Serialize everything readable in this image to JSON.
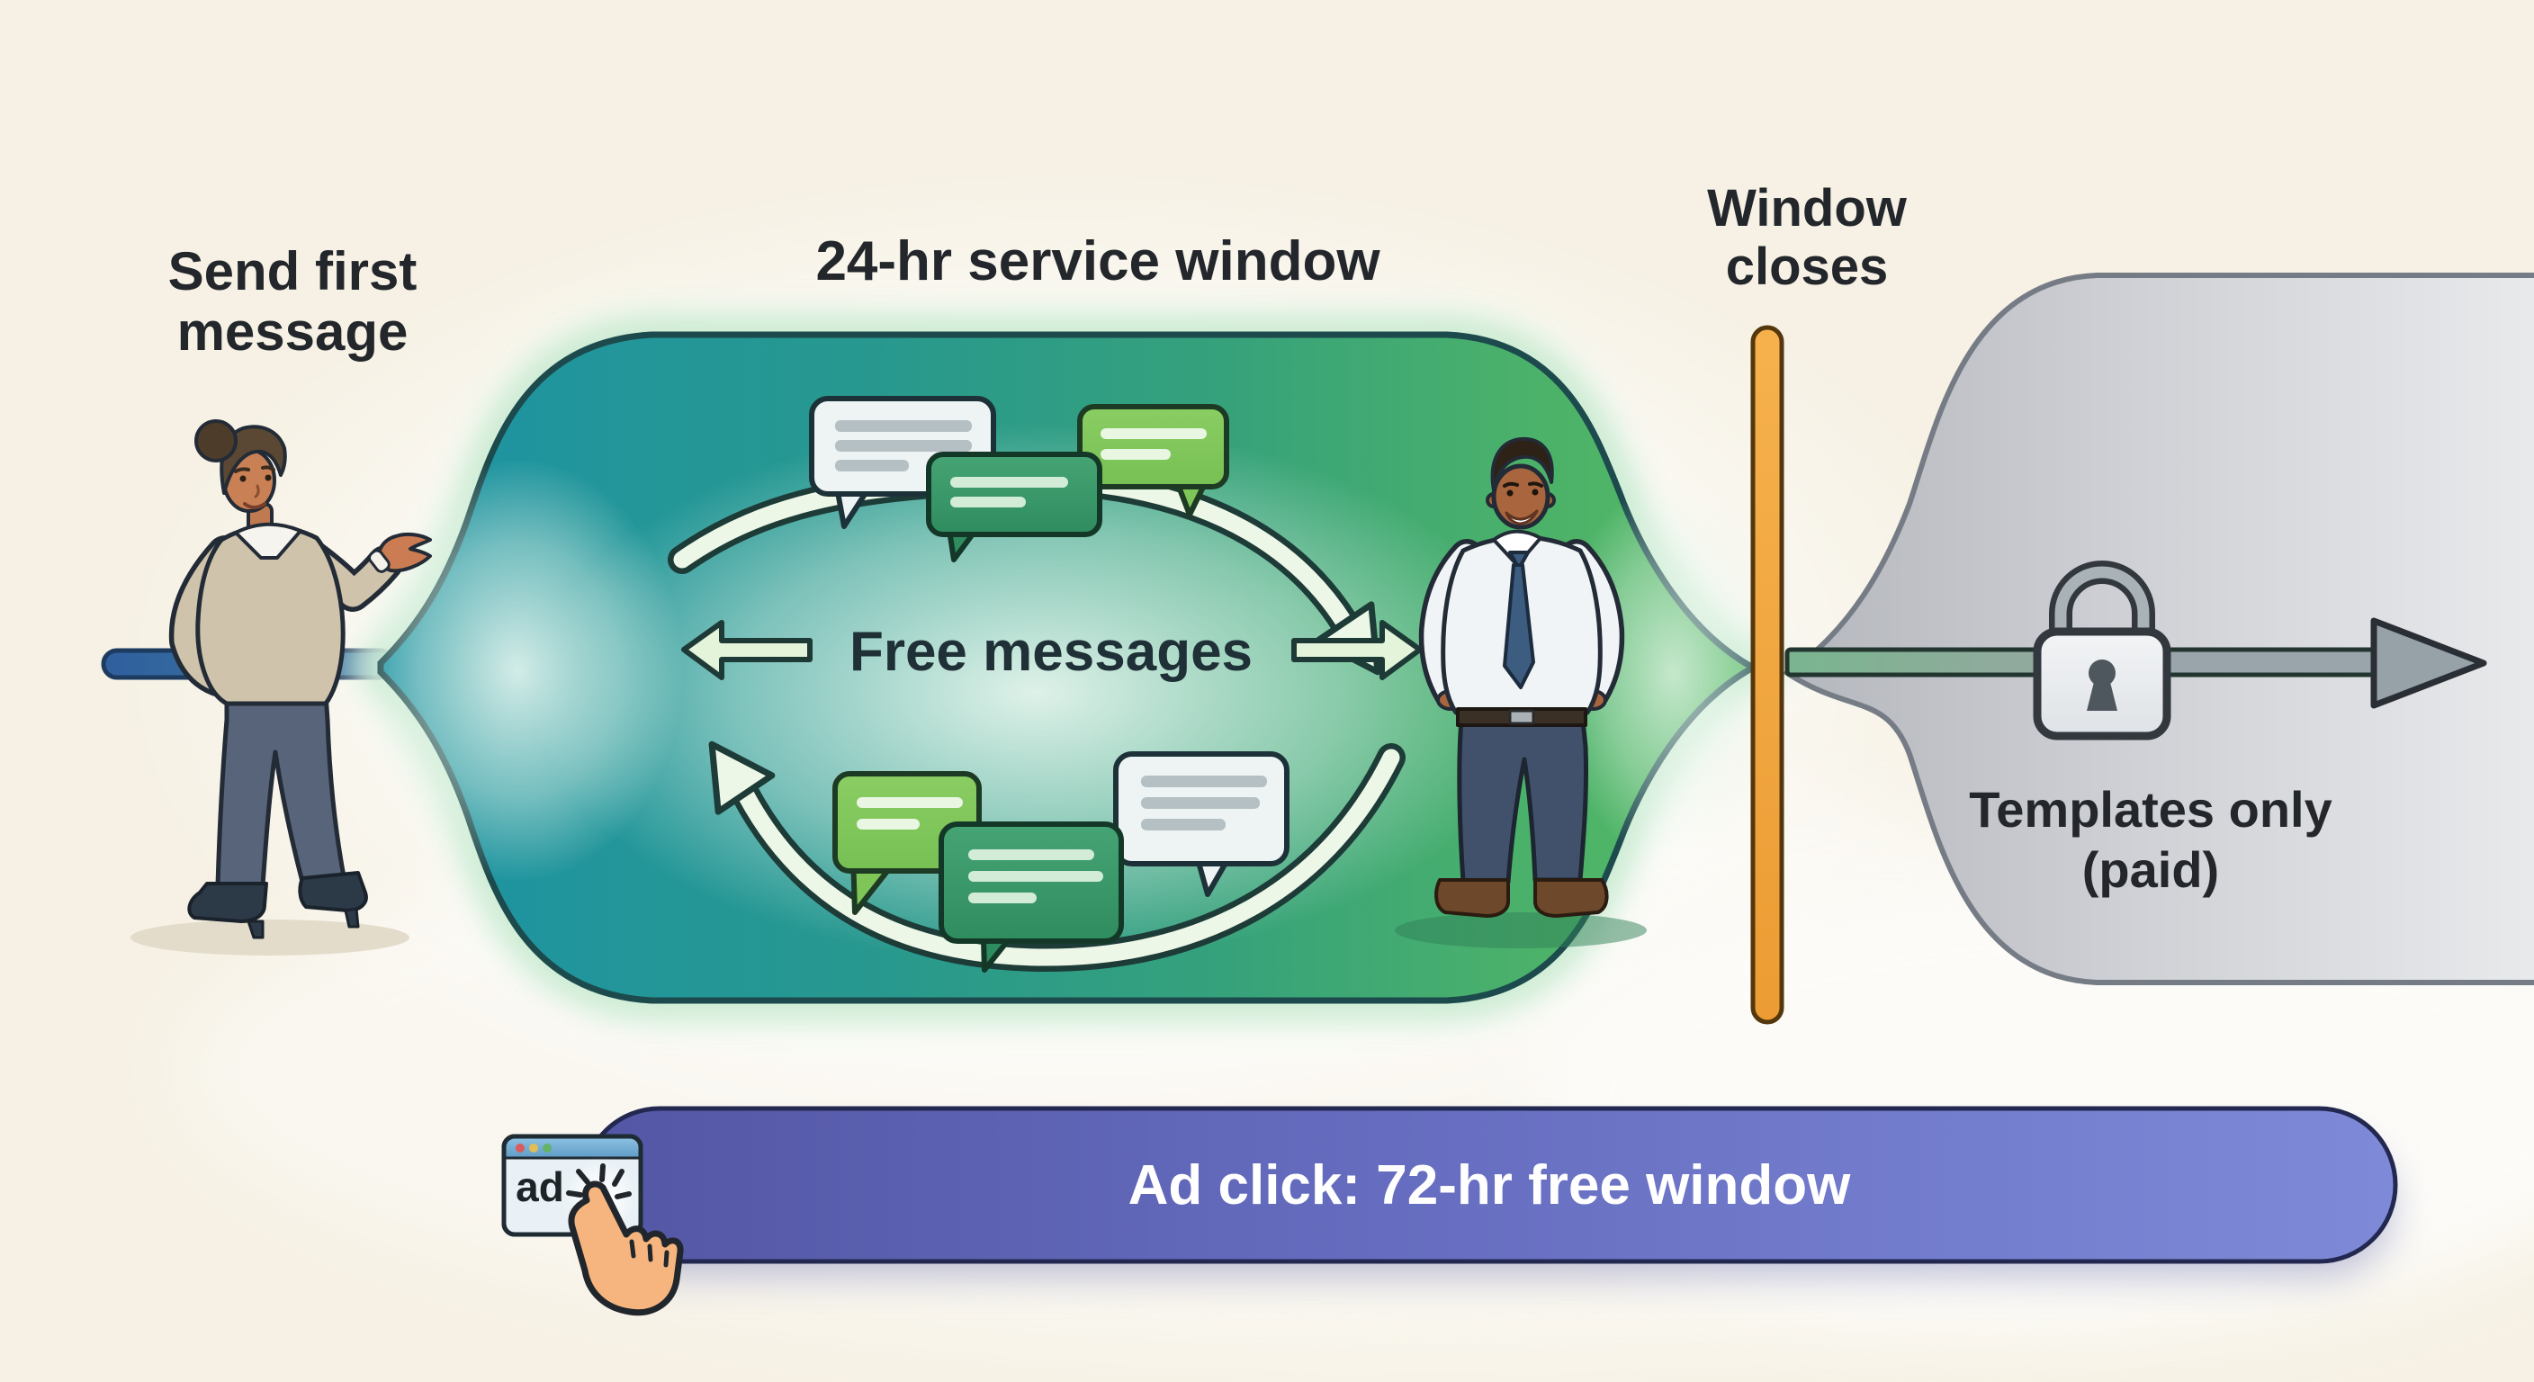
{
  "labels": {
    "send_first_message": "Send first\nmessage",
    "service_window": "24-hr service window",
    "free_messages": "Free messages",
    "window_closes": "Window\ncloses",
    "templates_only": "Templates only\n(paid)"
  },
  "banner": {
    "text": "Ad click: 72-hr free window",
    "background_left": "#5356a4",
    "background_right": "#7e8ad8",
    "text_color": "#ffffff"
  },
  "ad_icon": {
    "label": "ad"
  },
  "icons": {
    "lock": "padlock-keyhole",
    "ad_window": "mini-browser-window",
    "hand_cursor": "pointing-hand",
    "click_burst": "click-spark",
    "chat_bubbles": "speech-bubbles",
    "exchange_arrows": "left-right-arrows",
    "paid_arrow": "timeline-arrow"
  },
  "colors": {
    "background": "#f6f1e4",
    "window_teal": "#1d93a4",
    "window_green": "#4cb269",
    "divider_orange": "#f0a43e",
    "paid_gray": "#c9cbd1",
    "timeline_blue": "#2f5f9e",
    "text_dark": "#23272c"
  }
}
